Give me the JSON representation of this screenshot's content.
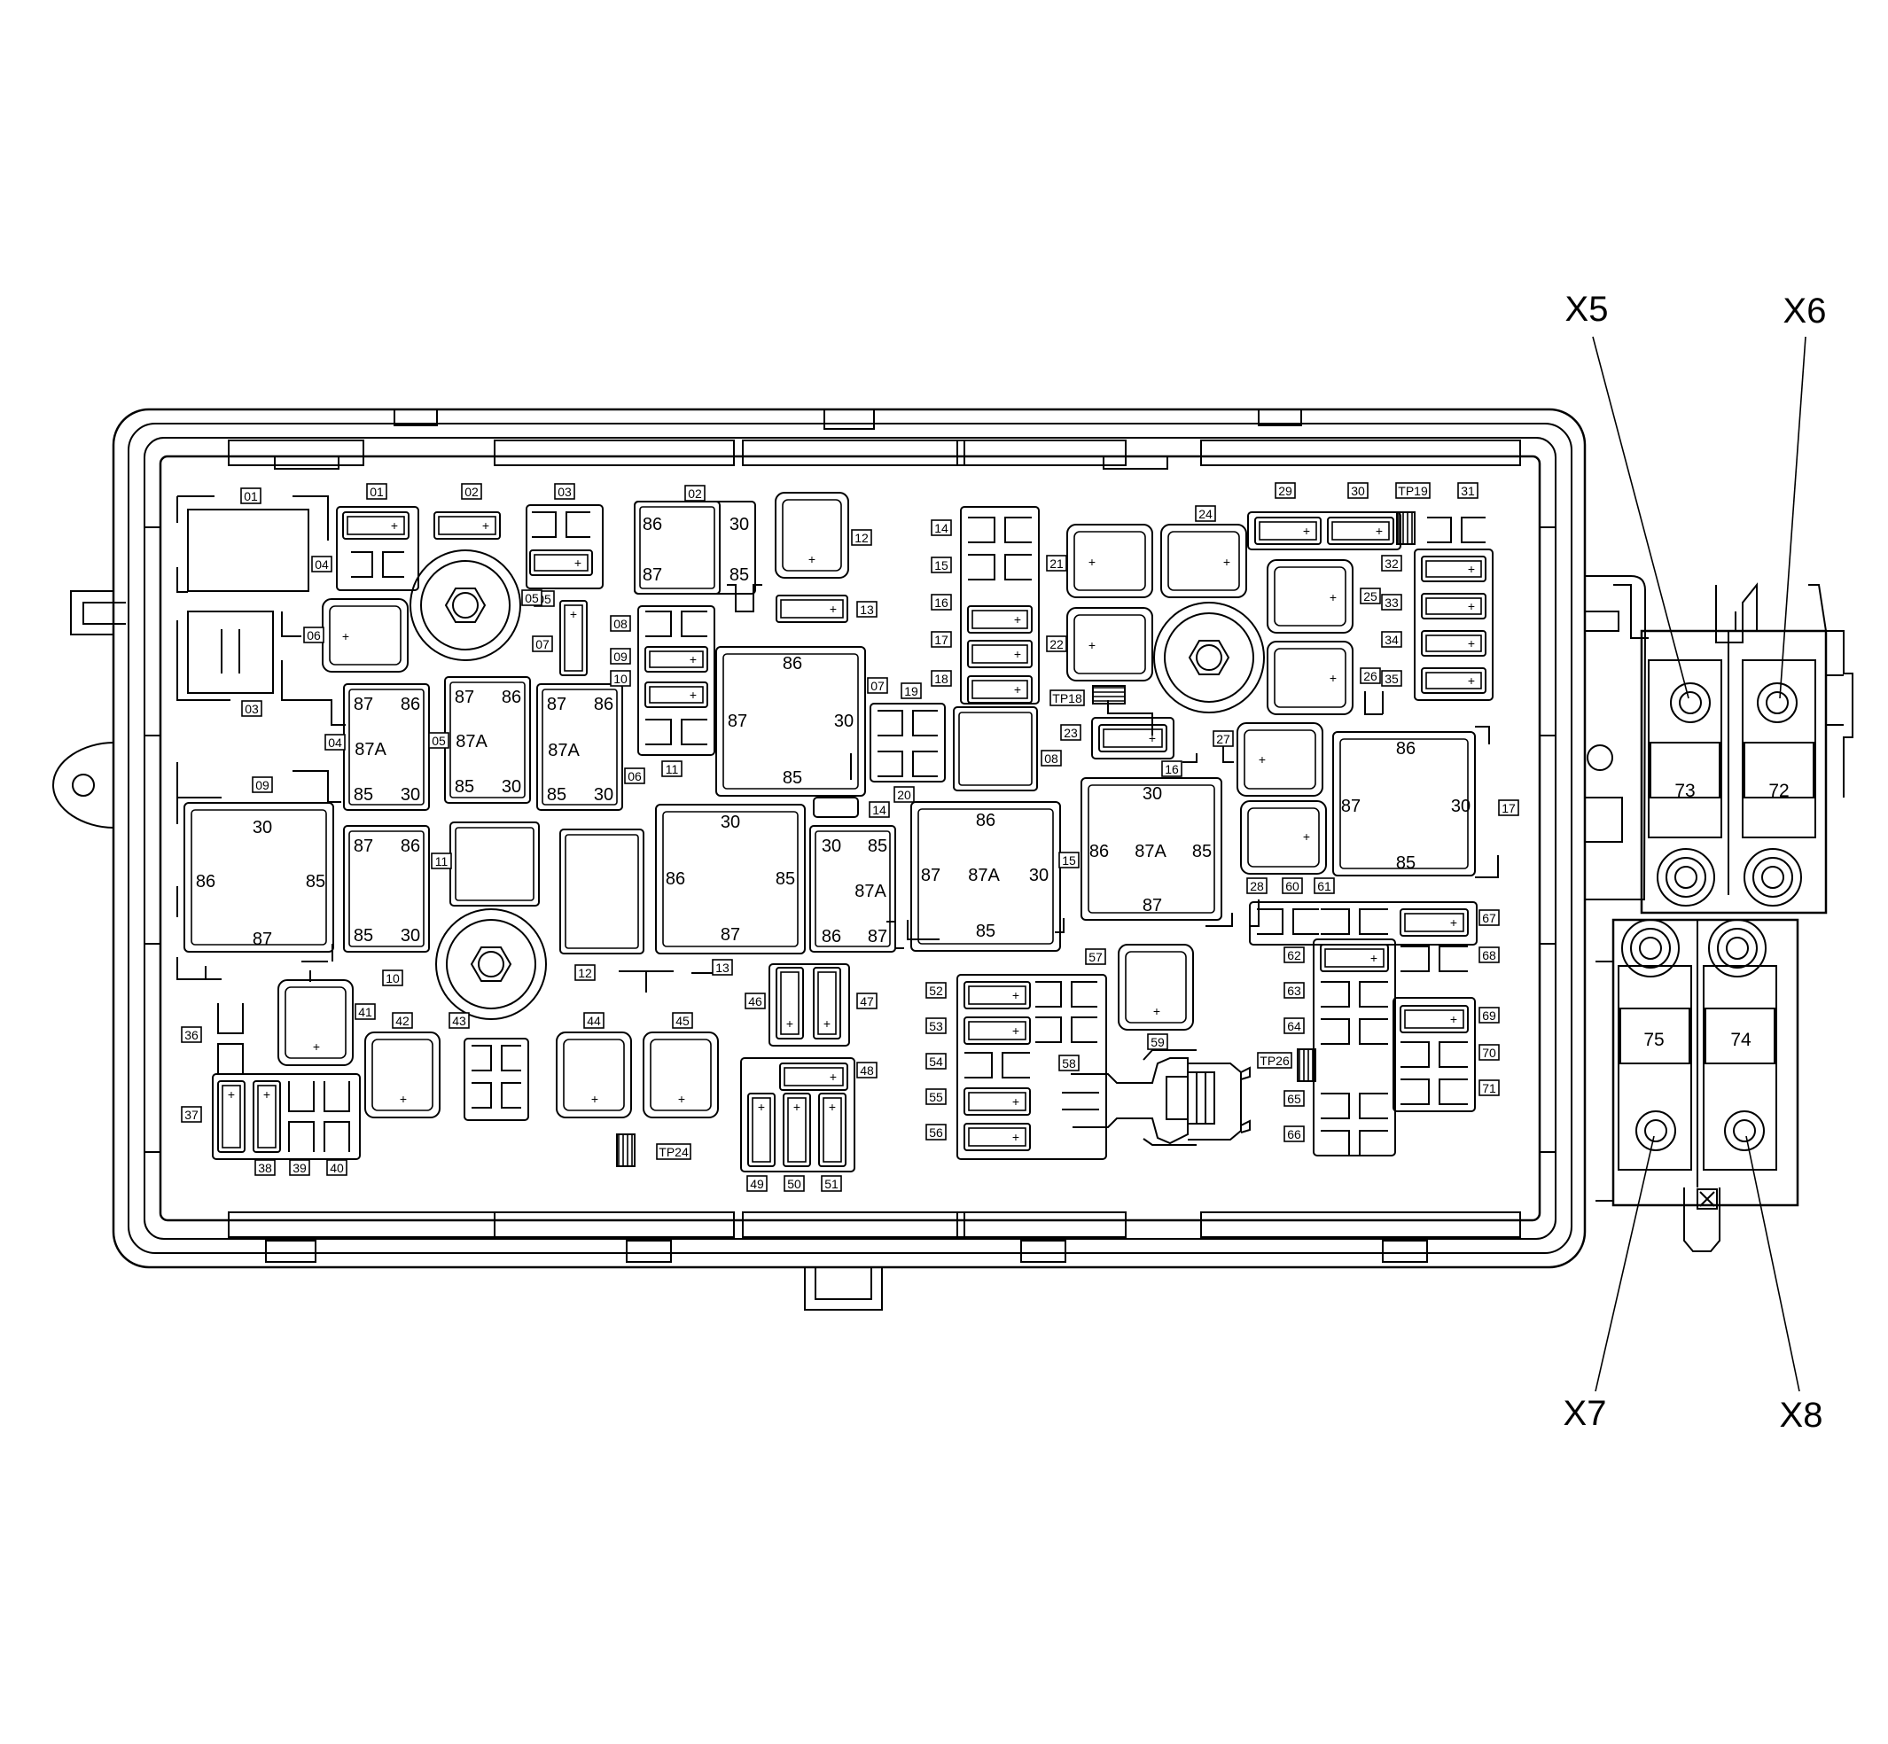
{
  "connectors": {
    "x5": "X5",
    "x6": "X6",
    "x7": "X7",
    "x8": "X8"
  },
  "studs": {
    "s72": "72",
    "s73": "73",
    "s74": "74",
    "s75": "75"
  },
  "plus_sign": "+",
  "relay_terminals": {
    "t30": "30",
    "t85": "85",
    "t86": "86",
    "t87": "87",
    "t87a": "87A"
  },
  "positions": {
    "left_column": [
      "01",
      "04",
      "03",
      "09",
      "06",
      "05"
    ],
    "relay_tags": [
      "01",
      "02",
      "03",
      "04",
      "05",
      "06",
      "07",
      "08",
      "09",
      "10",
      "11",
      "12",
      "13",
      "14",
      "15",
      "16",
      "17"
    ],
    "fuse_tags": [
      "01",
      "02",
      "03",
      "05",
      "07",
      "08",
      "09",
      "10",
      "11",
      "12",
      "13",
      "14",
      "15",
      "16",
      "17",
      "18",
      "19",
      "20",
      "21",
      "22",
      "23",
      "24",
      "25",
      "26",
      "27",
      "28",
      "29",
      "30",
      "31",
      "32",
      "33",
      "34",
      "35",
      "36",
      "37",
      "38",
      "39",
      "40",
      "41",
      "42",
      "43",
      "44",
      "45",
      "46",
      "47",
      "48",
      "49",
      "50",
      "51",
      "52",
      "53",
      "54",
      "55",
      "56",
      "57",
      "58",
      "59",
      "60",
      "61",
      "62",
      "63",
      "64",
      "65",
      "66",
      "67",
      "68",
      "69",
      "70",
      "71"
    ],
    "test_points": [
      "TP18",
      "TP19",
      "TP24",
      "TP26"
    ]
  }
}
